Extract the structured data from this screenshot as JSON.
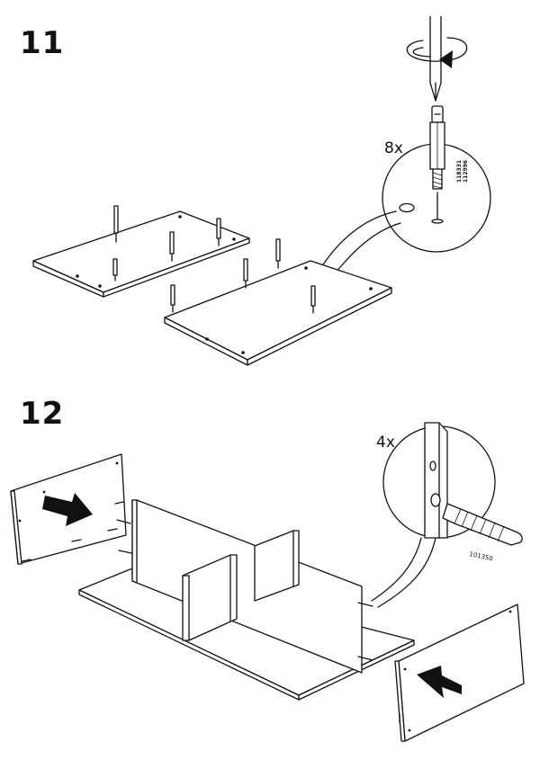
{
  "step11": {
    "number": "11",
    "quantity": "8x",
    "part_numbers": [
      "118331",
      "112996"
    ]
  },
  "step12": {
    "number": "12",
    "quantity": "4x",
    "part_number": "101350"
  }
}
